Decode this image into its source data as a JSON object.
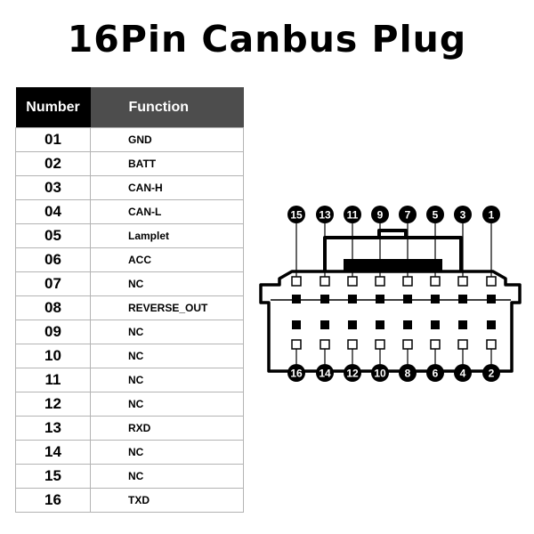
{
  "title": "16Pin Canbus Plug",
  "table": {
    "header": {
      "number": "Number",
      "function": "Function"
    },
    "rows": [
      {
        "number": "01",
        "function": "GND"
      },
      {
        "number": "02",
        "function": "BATT"
      },
      {
        "number": "03",
        "function": "CAN-H"
      },
      {
        "number": "04",
        "function": "CAN-L"
      },
      {
        "number": "05",
        "function": "Lamplet"
      },
      {
        "number": "06",
        "function": "ACC"
      },
      {
        "number": "07",
        "function": "NC"
      },
      {
        "number": "08",
        "function": "REVERSE_OUT"
      },
      {
        "number": "09",
        "function": "NC"
      },
      {
        "number": "10",
        "function": "NC"
      },
      {
        "number": "11",
        "function": "NC"
      },
      {
        "number": "12",
        "function": "NC"
      },
      {
        "number": "13",
        "function": "RXD"
      },
      {
        "number": "14",
        "function": "NC"
      },
      {
        "number": "15",
        "function": "NC"
      },
      {
        "number": "16",
        "function": "TXD"
      }
    ]
  },
  "connector": {
    "top_pins": [
      "15",
      "13",
      "11",
      "9",
      "7",
      "5",
      "3",
      "1"
    ],
    "bottom_pins": [
      "16",
      "14",
      "12",
      "10",
      "8",
      "6",
      "4",
      "2"
    ]
  }
}
